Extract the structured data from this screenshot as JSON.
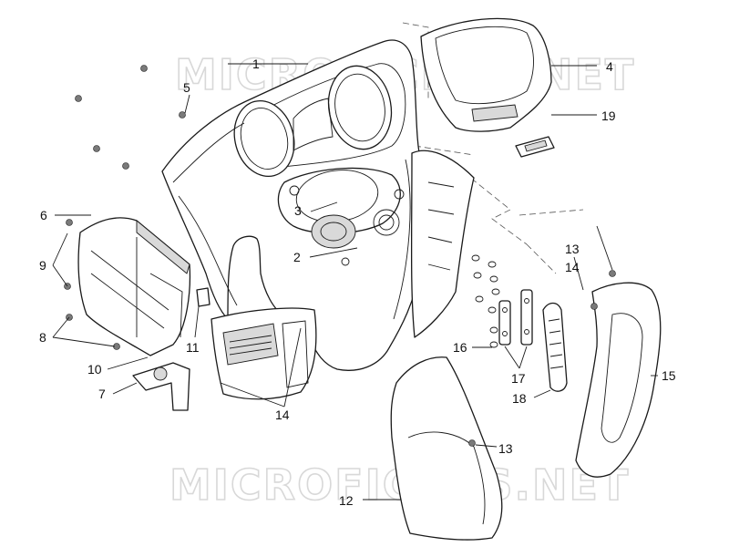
{
  "watermark": "MICROFICHES.NET",
  "callouts": {
    "c1": "1",
    "c2": "2",
    "c3": "3",
    "c4": "4",
    "c5": "5",
    "c6": "6",
    "c7": "7",
    "c8": "8",
    "c9": "9",
    "c10": "10",
    "c11": "11",
    "c12": "12",
    "c13a": "13",
    "c13b": "13",
    "c14a": "14",
    "c14b": "14",
    "c15": "15",
    "c16": "16",
    "c17": "17",
    "c18": "18",
    "c19": "19"
  }
}
